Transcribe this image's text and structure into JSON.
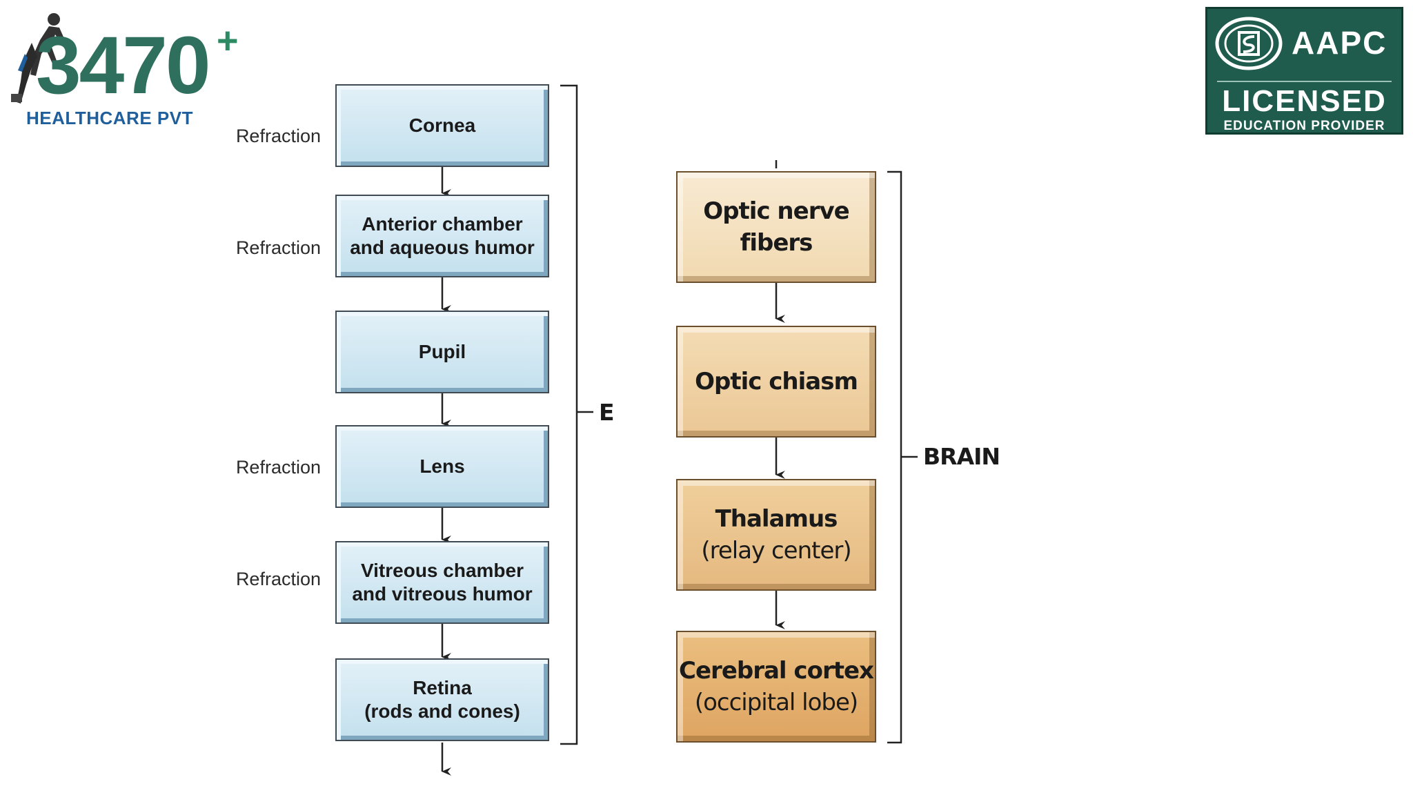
{
  "logos": {
    "left_digits": "3470",
    "left_plus": "+",
    "left_subtitle": "HEALTHCARE PVT",
    "right_line1": "AAPC",
    "right_line2": "LICENSED",
    "right_line3": "EDUCATION PROVIDER"
  },
  "colors": {
    "eye_box": "#c9e3f0",
    "brain_box_top": "#f7e4c4",
    "brain_box_bottom": "#e8b673",
    "arrow": "#222222",
    "logo_green": "#2e6f5e",
    "badge_green": "#1f5c4e"
  },
  "eye_column": {
    "bracket_label": "E",
    "steps": [
      {
        "line1": "Cornea",
        "line2": "",
        "side_label": "Refraction"
      },
      {
        "line1": "Anterior chamber",
        "line2": "and aqueous humor",
        "side_label": "Refraction"
      },
      {
        "line1": "Pupil",
        "line2": "",
        "side_label": ""
      },
      {
        "line1": "Lens",
        "line2": "",
        "side_label": "Refraction"
      },
      {
        "line1": "Vitreous chamber",
        "line2": "and vitreous humor",
        "side_label": "Refraction"
      },
      {
        "line1": "Retina",
        "line2": "(rods and cones)",
        "side_label": ""
      }
    ]
  },
  "brain_column": {
    "bracket_label": "BRAIN",
    "steps": [
      {
        "line1": "Optic nerve fibers",
        "line2": ""
      },
      {
        "line1": "Optic chiasm",
        "line2": ""
      },
      {
        "line1": "Thalamus",
        "line2": "(relay center)"
      },
      {
        "line1": "Cerebral cortex",
        "line2": "(occipital lobe)"
      }
    ]
  }
}
